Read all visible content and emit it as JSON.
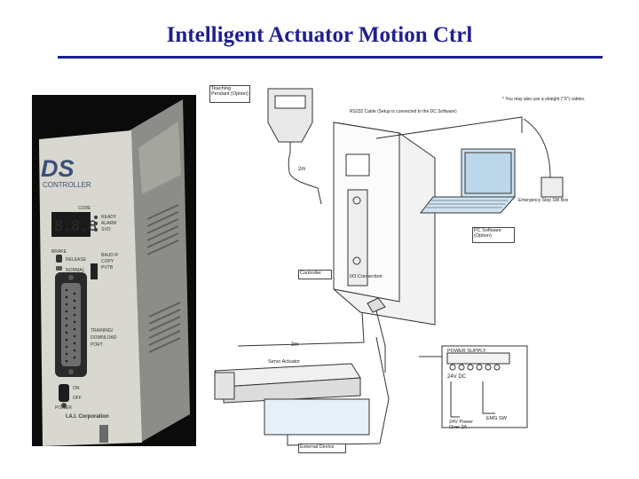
{
  "slide": {
    "title": "Intelligent Actuator Motion Ctrl"
  },
  "photo": {
    "logo": "DS",
    "logo_sub": "CONTROLLER",
    "code_label": "CODE",
    "led_labels": [
      "READY",
      "ALARM",
      "SVO"
    ],
    "brake_label": "BRAKE",
    "brake_release": "RELEASE",
    "brake_normal": "NORMAL",
    "baud_labels": [
      "BAUD R",
      "COPY",
      "PVTB"
    ],
    "port_label": "TRAINING/ DOWNLOAD PORT",
    "power_on": "ON",
    "power_off": "OFF",
    "power_label": "POWER",
    "maker": "I.A.I. Corporation"
  },
  "diagram": {
    "teaching_pendant": "Teaching Pendant (Option)",
    "cable_note": "* You may also use a straight (\"S\") cables.",
    "rs232_label": "RS232 Cable (Setup is connected to the DC Software)",
    "cable_length": "2m",
    "emergency_box": "Emergency Stop SW Box",
    "pc_software": "PC Software (Option)",
    "controller": "Controller",
    "io_connection": "I/O Connection",
    "actuator_cable_length": "3m",
    "servo_actuator": "Servo Actuator",
    "external_device": "External Device",
    "power_supply": "POWER SUPPLY",
    "supply_voltage": "24V DC",
    "power_note": "24V Power Over 2A",
    "emg_label": "EMG SW"
  }
}
